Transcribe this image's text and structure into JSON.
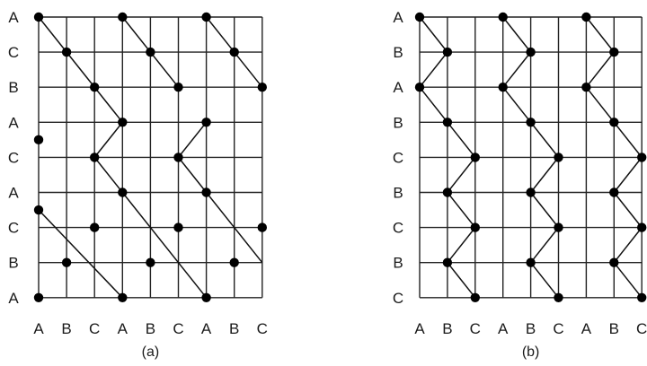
{
  "diagrams": [
    {
      "caption": "(a)",
      "x_labels": [
        "A",
        "B",
        "C",
        "A",
        "B",
        "C",
        "A",
        "B",
        "C"
      ],
      "y_labels_top_to_bottom": [
        "A",
        "C",
        "B",
        "A",
        "C",
        "A",
        "C",
        "B",
        "A"
      ],
      "nodes": [
        [
          0,
          0
        ],
        [
          3,
          0
        ],
        [
          6,
          0
        ],
        [
          1,
          1
        ],
        [
          4,
          1
        ],
        [
          7,
          1
        ],
        [
          2,
          2
        ],
        [
          5,
          2
        ],
        [
          8,
          2
        ],
        [
          3,
          3
        ],
        [
          6,
          3
        ],
        [
          0,
          3.5
        ],
        [
          2,
          4
        ],
        [
          5,
          4
        ],
        [
          3,
          5
        ],
        [
          6,
          5
        ],
        [
          0,
          5.5
        ],
        [
          2,
          6
        ],
        [
          5,
          6
        ],
        [
          8,
          6
        ],
        [
          1,
          7
        ],
        [
          4,
          7
        ],
        [
          7,
          7
        ],
        [
          0,
          8
        ],
        [
          3,
          8
        ],
        [
          6,
          8
        ]
      ],
      "edges": [
        [
          [
            0,
            0
          ],
          [
            3,
            3
          ]
        ],
        [
          [
            3,
            0
          ],
          [
            5,
            2
          ]
        ],
        [
          [
            6,
            0
          ],
          [
            8,
            2
          ]
        ],
        [
          [
            3,
            3
          ],
          [
            2,
            4
          ]
        ],
        [
          [
            2,
            4
          ],
          [
            3,
            5
          ]
        ],
        [
          [
            6,
            3
          ],
          [
            5,
            4
          ]
        ],
        [
          [
            5,
            4
          ],
          [
            6,
            5
          ]
        ],
        [
          [
            0,
            5.5
          ],
          [
            3,
            8
          ]
        ],
        [
          [
            3,
            5
          ],
          [
            6,
            8
          ]
        ],
        [
          [
            6,
            5
          ],
          [
            8,
            7
          ]
        ]
      ]
    },
    {
      "caption": "(b)",
      "x_labels": [
        "A",
        "B",
        "C",
        "A",
        "B",
        "C",
        "A",
        "B",
        "C"
      ],
      "y_labels_top_to_bottom": [
        "A",
        "B",
        "A",
        "B",
        "C",
        "B",
        "C",
        "B",
        "C"
      ],
      "nodes": [
        [
          0,
          0
        ],
        [
          3,
          0
        ],
        [
          6,
          0
        ],
        [
          1,
          1
        ],
        [
          4,
          1
        ],
        [
          7,
          1
        ],
        [
          0,
          2
        ],
        [
          3,
          2
        ],
        [
          6,
          2
        ],
        [
          1,
          3
        ],
        [
          4,
          3
        ],
        [
          7,
          3
        ],
        [
          2,
          4
        ],
        [
          5,
          4
        ],
        [
          8,
          4
        ],
        [
          1,
          5
        ],
        [
          4,
          5
        ],
        [
          7,
          5
        ],
        [
          2,
          6
        ],
        [
          5,
          6
        ],
        [
          8,
          6
        ],
        [
          1,
          7
        ],
        [
          4,
          7
        ],
        [
          7,
          7
        ],
        [
          2,
          8
        ],
        [
          5,
          8
        ],
        [
          8,
          8
        ]
      ],
      "edges": [
        [
          [
            0,
            0
          ],
          [
            1,
            1
          ]
        ],
        [
          [
            1,
            1
          ],
          [
            0,
            2
          ]
        ],
        [
          [
            0,
            2
          ],
          [
            2,
            4
          ]
        ],
        [
          [
            2,
            4
          ],
          [
            1,
            5
          ]
        ],
        [
          [
            1,
            5
          ],
          [
            2,
            6
          ]
        ],
        [
          [
            2,
            6
          ],
          [
            1,
            7
          ]
        ],
        [
          [
            1,
            7
          ],
          [
            2,
            8
          ]
        ],
        [
          [
            3,
            0
          ],
          [
            4,
            1
          ]
        ],
        [
          [
            4,
            1
          ],
          [
            3,
            2
          ]
        ],
        [
          [
            3,
            2
          ],
          [
            5,
            4
          ]
        ],
        [
          [
            5,
            4
          ],
          [
            4,
            5
          ]
        ],
        [
          [
            4,
            5
          ],
          [
            5,
            6
          ]
        ],
        [
          [
            5,
            6
          ],
          [
            4,
            7
          ]
        ],
        [
          [
            4,
            7
          ],
          [
            5,
            8
          ]
        ],
        [
          [
            6,
            0
          ],
          [
            7,
            1
          ]
        ],
        [
          [
            7,
            1
          ],
          [
            6,
            2
          ]
        ],
        [
          [
            6,
            2
          ],
          [
            8,
            4
          ]
        ],
        [
          [
            8,
            4
          ],
          [
            7,
            5
          ]
        ],
        [
          [
            7,
            5
          ],
          [
            8,
            6
          ]
        ],
        [
          [
            8,
            6
          ],
          [
            7,
            7
          ]
        ],
        [
          [
            7,
            7
          ],
          [
            8,
            8
          ]
        ]
      ]
    }
  ]
}
